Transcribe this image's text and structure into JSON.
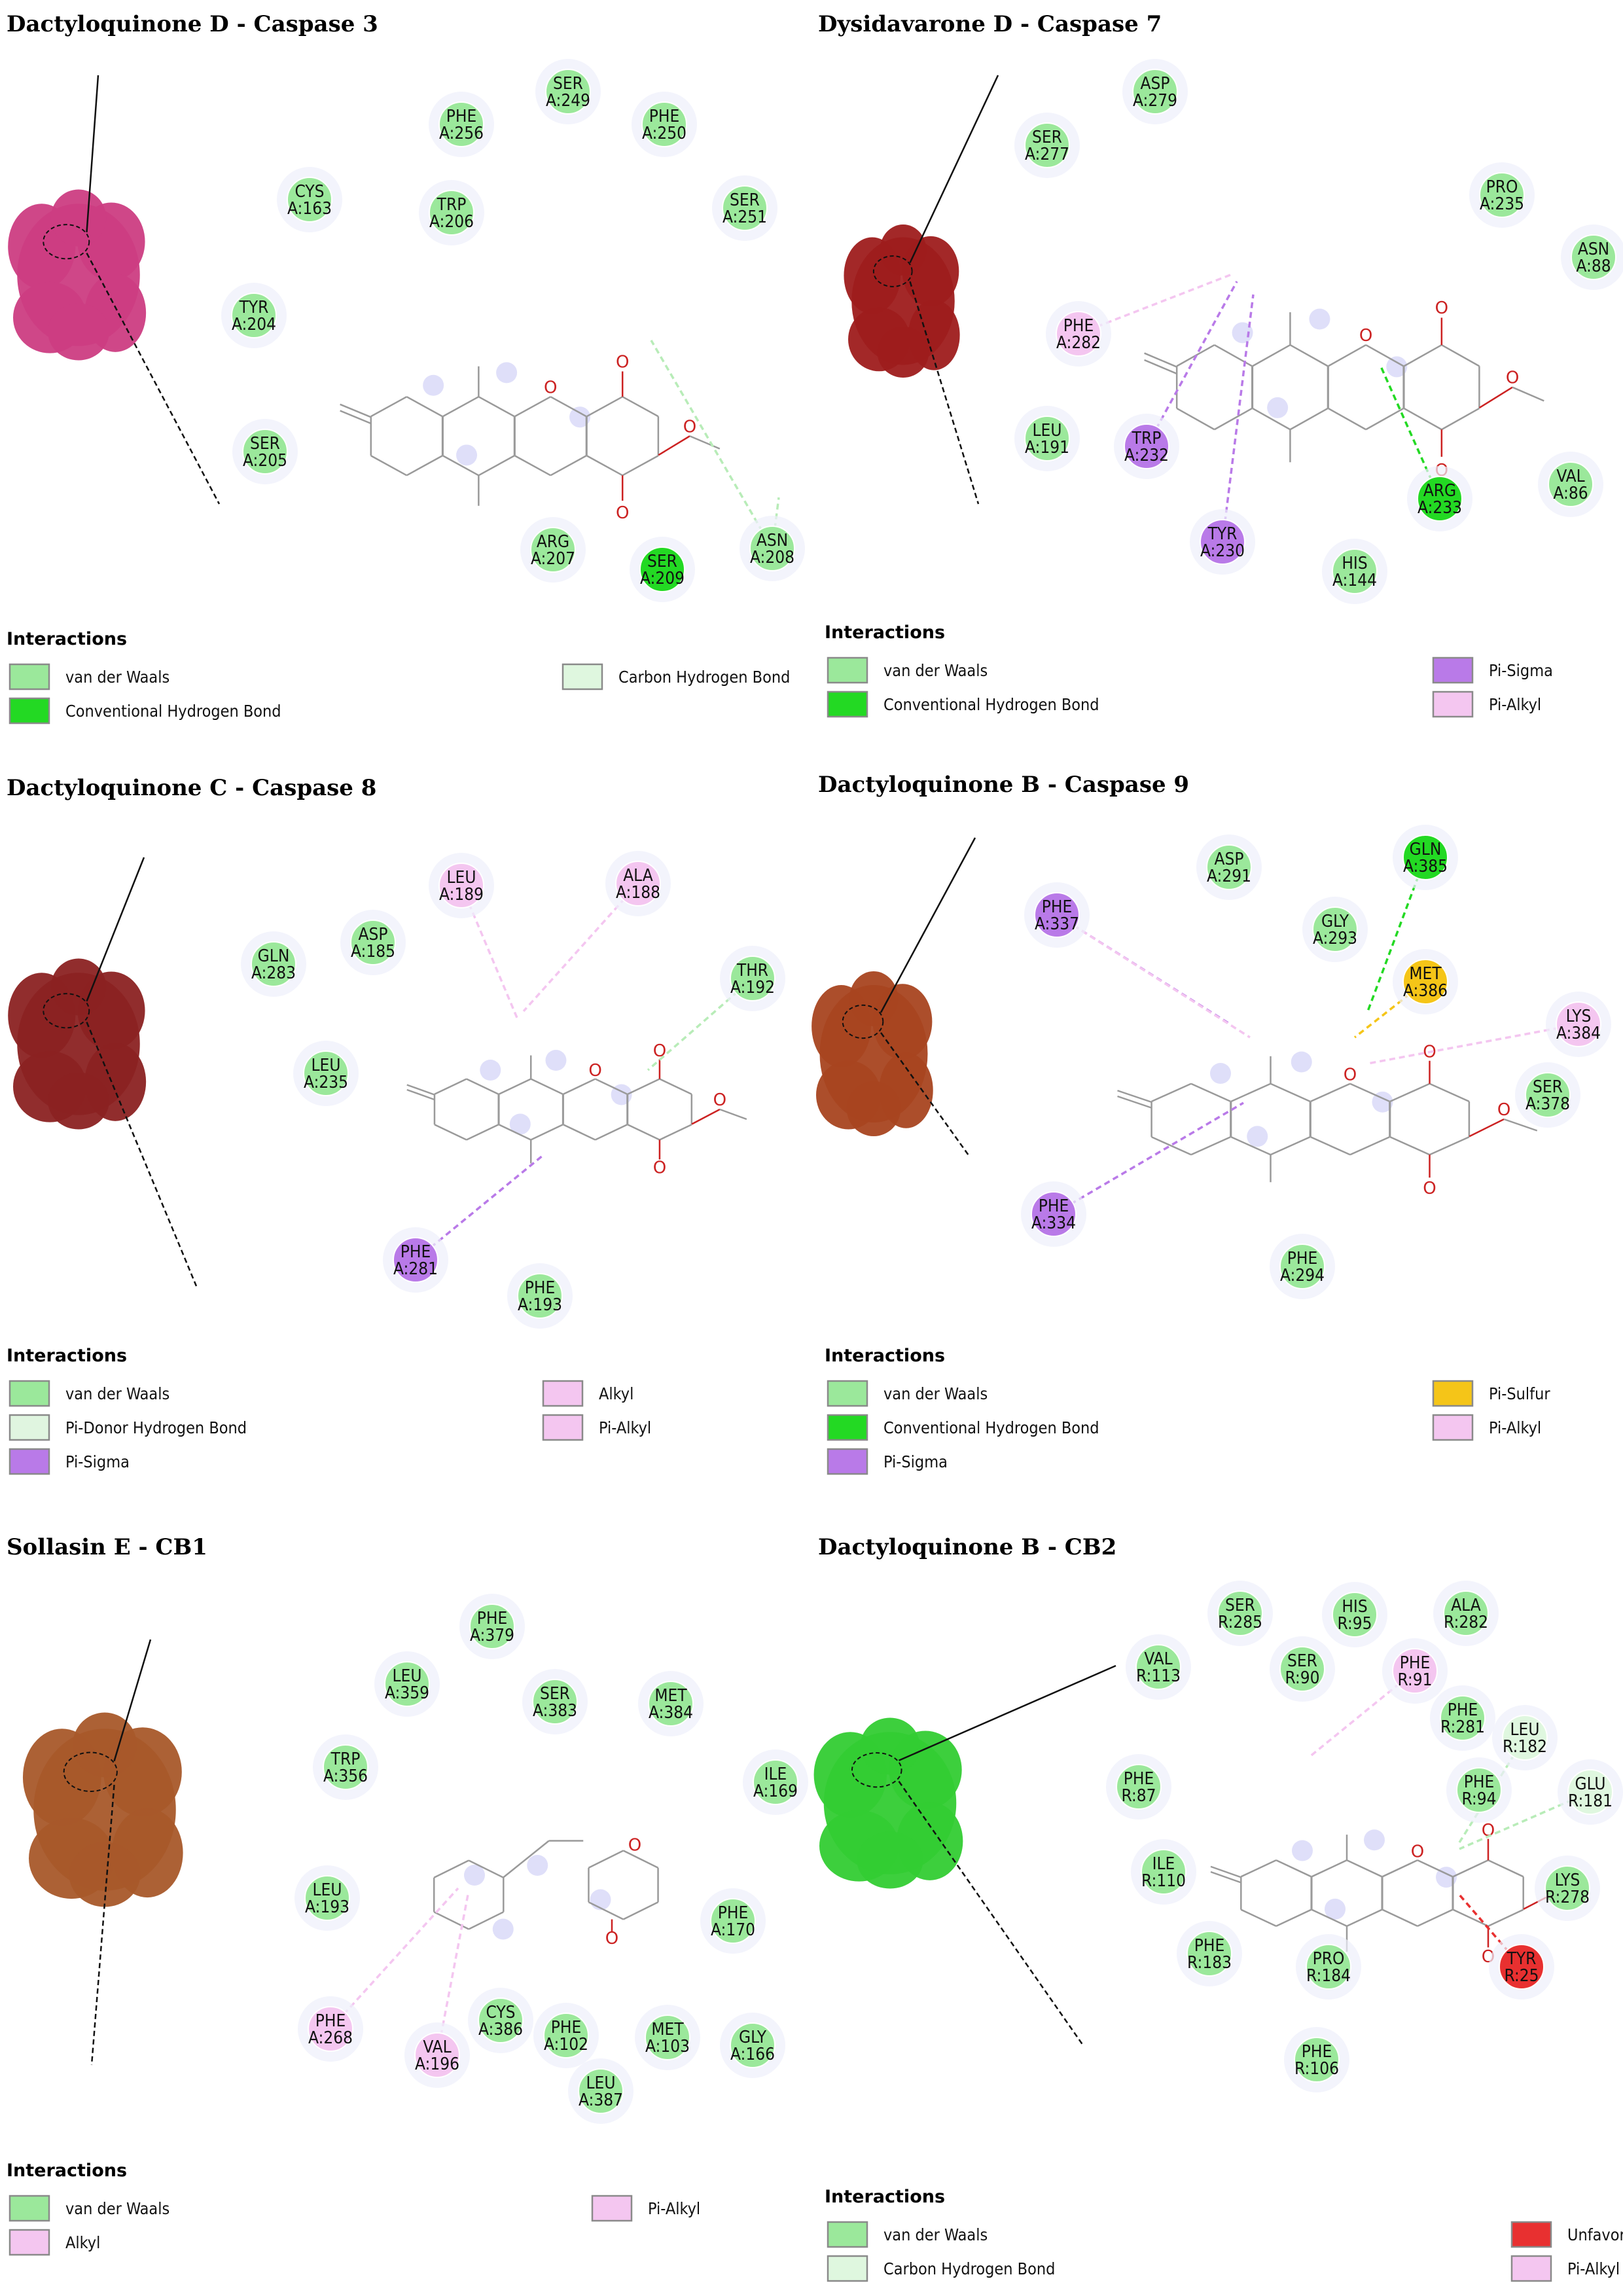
{
  "colors": {
    "vdw": "#9be89b",
    "hbond": "#23d923",
    "chbond": "#dff7df",
    "pisigma": "#b97ae8",
    "pialkyl": "#f4c6f0",
    "alkyl": "#f4c6f0",
    "pisulfur": "#f5c518",
    "unfav": "#e83030",
    "pidonor": "#e0f5e0"
  },
  "legend_title": "Interactions",
  "panels": [
    {
      "title": "Dactyloquinone D - Caspase 3",
      "protein_color": "#cc3d82",
      "residues": [
        {
          "name": "PHE",
          "id": "A:256",
          "type": "vdw"
        },
        {
          "name": "SER",
          "id": "A:249",
          "type": "vdw"
        },
        {
          "name": "PHE",
          "id": "A:250",
          "type": "vdw"
        },
        {
          "name": "CYS",
          "id": "A:163",
          "type": "vdw"
        },
        {
          "name": "TRP",
          "id": "A:206",
          "type": "vdw"
        },
        {
          "name": "SER",
          "id": "A:251",
          "type": "vdw"
        },
        {
          "name": "TYR",
          "id": "A:204",
          "type": "vdw"
        },
        {
          "name": "SER",
          "id": "A:205",
          "type": "vdw"
        },
        {
          "name": "ARG",
          "id": "A:207",
          "type": "vdw"
        },
        {
          "name": "SER",
          "id": "A:209",
          "type": "hbond"
        },
        {
          "name": "ASN",
          "id": "A:208",
          "type": "vdw"
        }
      ],
      "legend": [
        {
          "type": "vdw",
          "label": "van der Waals"
        },
        {
          "type": "hbond",
          "label": "Conventional Hydrogen Bond"
        },
        {
          "type": "chbond",
          "label": "Carbon Hydrogen Bond"
        }
      ]
    },
    {
      "title": "Dysidavarone D - Caspase 7",
      "protein_color": "#9e1c1c",
      "residues": [
        {
          "name": "ASP",
          "id": "A:279",
          "type": "vdw"
        },
        {
          "name": "SER",
          "id": "A:277",
          "type": "vdw"
        },
        {
          "name": "PRO",
          "id": "A:235",
          "type": "vdw"
        },
        {
          "name": "ASN",
          "id": "A:88",
          "type": "vdw"
        },
        {
          "name": "PHE",
          "id": "A:282",
          "type": "pialkyl"
        },
        {
          "name": "LEU",
          "id": "A:191",
          "type": "vdw"
        },
        {
          "name": "TRP",
          "id": "A:232",
          "type": "pisigma"
        },
        {
          "name": "ARG",
          "id": "A:233",
          "type": "hbond"
        },
        {
          "name": "VAL",
          "id": "A:86",
          "type": "vdw"
        },
        {
          "name": "TYR",
          "id": "A:230",
          "type": "pisigma"
        },
        {
          "name": "HIS",
          "id": "A:144",
          "type": "vdw"
        }
      ],
      "legend": [
        {
          "type": "vdw",
          "label": "van der Waals"
        },
        {
          "type": "hbond",
          "label": "Conventional Hydrogen Bond"
        },
        {
          "type": "pisigma",
          "label": "Pi-Sigma"
        },
        {
          "type": "pialkyl",
          "label": "Pi-Alkyl"
        }
      ]
    },
    {
      "title": "Dactyloquinone C - Caspase 8",
      "protein_color": "#8b2222",
      "residues": [
        {
          "name": "LEU",
          "id": "A:189",
          "type": "alkyl"
        },
        {
          "name": "ALA",
          "id": "A:188",
          "type": "alkyl"
        },
        {
          "name": "ASP",
          "id": "A:185",
          "type": "vdw"
        },
        {
          "name": "GLN",
          "id": "A:283",
          "type": "vdw"
        },
        {
          "name": "THR",
          "id": "A:192",
          "type": "vdw"
        },
        {
          "name": "LEU",
          "id": "A:235",
          "type": "vdw"
        },
        {
          "name": "PHE",
          "id": "A:281",
          "type": "pisigma"
        },
        {
          "name": "PHE",
          "id": "A:193",
          "type": "vdw"
        }
      ],
      "legend": [
        {
          "type": "vdw",
          "label": "van der Waals"
        },
        {
          "type": "pidonor",
          "label": "Pi-Donor Hydrogen Bond"
        },
        {
          "type": "pisigma",
          "label": "Pi-Sigma"
        },
        {
          "type": "alkyl",
          "label": "Alkyl"
        },
        {
          "type": "pialkyl",
          "label": "Pi-Alkyl"
        }
      ]
    },
    {
      "title": "Dactyloquinone B - Caspase 9",
      "protein_color": "#a84520",
      "residues": [
        {
          "name": "ASP",
          "id": "A:291",
          "type": "vdw"
        },
        {
          "name": "GLN",
          "id": "A:385",
          "type": "hbond"
        },
        {
          "name": "PHE",
          "id": "A:337",
          "type": "pisigma"
        },
        {
          "name": "GLY",
          "id": "A:293",
          "type": "vdw"
        },
        {
          "name": "MET",
          "id": "A:386",
          "type": "pisulfur"
        },
        {
          "name": "LYS",
          "id": "A:384",
          "type": "pialkyl"
        },
        {
          "name": "SER",
          "id": "A:378",
          "type": "vdw"
        },
        {
          "name": "PHE",
          "id": "A:334",
          "type": "pisigma"
        },
        {
          "name": "PHE",
          "id": "A:294",
          "type": "vdw"
        }
      ],
      "legend": [
        {
          "type": "vdw",
          "label": "van der Waals"
        },
        {
          "type": "hbond",
          "label": "Conventional Hydrogen Bond"
        },
        {
          "type": "pisigma",
          "label": "Pi-Sigma"
        },
        {
          "type": "pisulfur",
          "label": "Pi-Sulfur"
        },
        {
          "type": "pialkyl",
          "label": "Pi-Alkyl"
        }
      ]
    },
    {
      "title": "Sollasin E - CB1",
      "protein_color": "#a8582a",
      "residues": [
        {
          "name": "PHE",
          "id": "A:379",
          "type": "vdw"
        },
        {
          "name": "LEU",
          "id": "A:359",
          "type": "vdw"
        },
        {
          "name": "SER",
          "id": "A:383",
          "type": "vdw"
        },
        {
          "name": "MET",
          "id": "A:384",
          "type": "vdw"
        },
        {
          "name": "TRP",
          "id": "A:356",
          "type": "vdw"
        },
        {
          "name": "ILE",
          "id": "A:169",
          "type": "vdw"
        },
        {
          "name": "LEU",
          "id": "A:193",
          "type": "vdw"
        },
        {
          "name": "PHE",
          "id": "A:170",
          "type": "vdw"
        },
        {
          "name": "PHE",
          "id": "A:268",
          "type": "pialkyl"
        },
        {
          "name": "CYS",
          "id": "A:386",
          "type": "vdw"
        },
        {
          "name": "PHE",
          "id": "A:102",
          "type": "vdw"
        },
        {
          "name": "MET",
          "id": "A:103",
          "type": "vdw"
        },
        {
          "name": "GLY",
          "id": "A:166",
          "type": "vdw"
        },
        {
          "name": "VAL",
          "id": "A:196",
          "type": "pialkyl"
        },
        {
          "name": "LEU",
          "id": "A:387",
          "type": "vdw"
        }
      ],
      "legend": [
        {
          "type": "vdw",
          "label": "van der Waals"
        },
        {
          "type": "alkyl",
          "label": "Alkyl"
        },
        {
          "type": "pialkyl",
          "label": "Pi-Alkyl"
        }
      ]
    },
    {
      "title": "Dactyloquinone B - CB2",
      "protein_color": "#33cc33",
      "residues": [
        {
          "name": "SER",
          "id": "R:285",
          "type": "vdw"
        },
        {
          "name": "HIS",
          "id": "R:95",
          "type": "vdw"
        },
        {
          "name": "ALA",
          "id": "R:282",
          "type": "vdw"
        },
        {
          "name": "VAL",
          "id": "R:113",
          "type": "vdw"
        },
        {
          "name": "SER",
          "id": "R:90",
          "type": "vdw"
        },
        {
          "name": "PHE",
          "id": "R:91",
          "type": "pialkyl"
        },
        {
          "name": "PHE",
          "id": "R:281",
          "type": "vdw"
        },
        {
          "name": "LEU",
          "id": "R:182",
          "type": "chbond"
        },
        {
          "name": "PHE",
          "id": "R:87",
          "type": "vdw"
        },
        {
          "name": "PHE",
          "id": "R:94",
          "type": "vdw"
        },
        {
          "name": "GLU",
          "id": "R:181",
          "type": "chbond"
        },
        {
          "name": "ILE",
          "id": "R:110",
          "type": "vdw"
        },
        {
          "name": "LYS",
          "id": "R:278",
          "type": "vdw"
        },
        {
          "name": "PHE",
          "id": "R:183",
          "type": "vdw"
        },
        {
          "name": "PRO",
          "id": "R:184",
          "type": "vdw"
        },
        {
          "name": "TYR",
          "id": "R:25",
          "type": "unfav"
        },
        {
          "name": "PHE",
          "id": "R:106",
          "type": "vdw"
        }
      ],
      "legend": [
        {
          "type": "vdw",
          "label": "van der Waals"
        },
        {
          "type": "chbond",
          "label": "Carbon Hydrogen Bond"
        },
        {
          "type": "unfav",
          "label": "Unfavorable Acceptor-Acceptor"
        },
        {
          "type": "pialkyl",
          "label": "Pi-Alkyl"
        }
      ]
    }
  ]
}
